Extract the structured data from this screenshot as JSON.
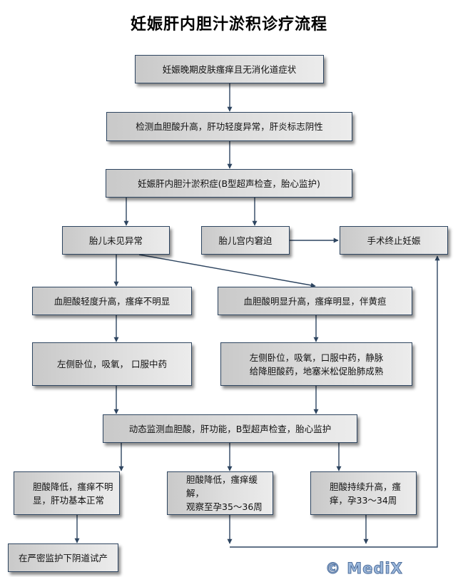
{
  "title": "妊娠肝内胆汁淤积诊疗流程",
  "nodes": {
    "n1": "妊娠晚期皮肤瘙痒且无消化道症状",
    "n2": "检测血胆酸升高，肝功轻度异常，肝炎标志阴性",
    "n3": "妊娠肝内胆汁淤积症(B型超声检查，胎心监护)",
    "n4": "胎儿未见异常",
    "n5": "胎儿宫内窘迫",
    "n6": "手术终止妊娠",
    "n7": "血胆酸轻度升高，瘙痒不明显",
    "n8": "血胆酸明显升高，瘙痒明显，伴黄疸",
    "n9": "左侧卧位，吸氧， 口服中药",
    "n10": "左侧卧位，吸氧，口服中药，静脉\n给降胆酸药，地塞米松促胎肺成熟",
    "n11": "动态监测血胆酸，肝功能，B型超声检查，胎心监护",
    "n12": "胆酸降低，瘙痒不明\n显，肝功基本正常",
    "n13": "胆酸降低，瘙痒缓解，\n观察至孕35～36周",
    "n14": "胆酸持续升高，瘙\n痒，孕33～34周",
    "n15": "在严密监护下阴道试产"
  },
  "watermark": "© MediX",
  "colors": {
    "line": "#2e4560",
    "box_border": "#2e4560",
    "watermark": "#9cb8dc"
  }
}
